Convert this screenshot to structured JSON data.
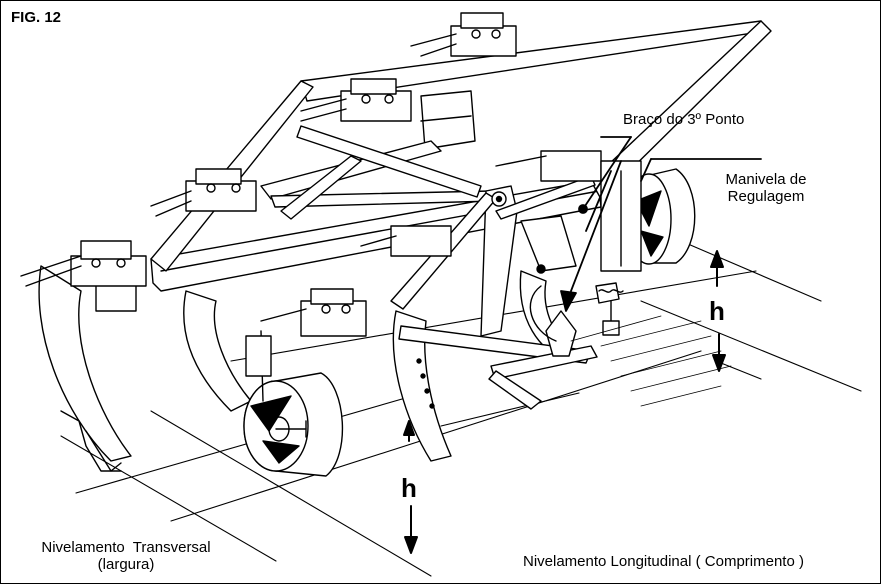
{
  "figure": {
    "label": "FIG. 12"
  },
  "labels": {
    "third_point_arm": "Braço do 3º Ponto",
    "crank_line1": "Manivela de",
    "crank_line2": "Regulagem",
    "h_right": "h",
    "h_left": "h",
    "transverse_line1": "Nivelamento  Transversal",
    "transverse_line2": "(largura)",
    "longitudinal": "Nivelamento Longitudinal ( Comprimento )"
  },
  "colors": {
    "ink": "#000000",
    "paper": "#ffffff",
    "light_ink": "#555555"
  }
}
